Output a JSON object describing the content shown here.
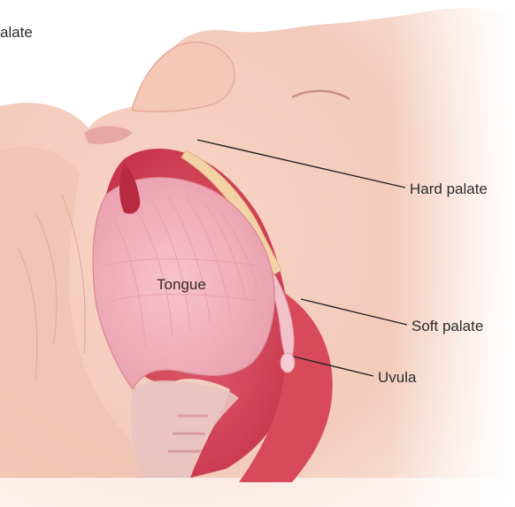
{
  "labels": {
    "cropped_top_left": "alate",
    "hard_palate": "Hard palate",
    "soft_palate": "Soft palate",
    "uvula": "Uvula",
    "tongue": "Tongue"
  }
}
